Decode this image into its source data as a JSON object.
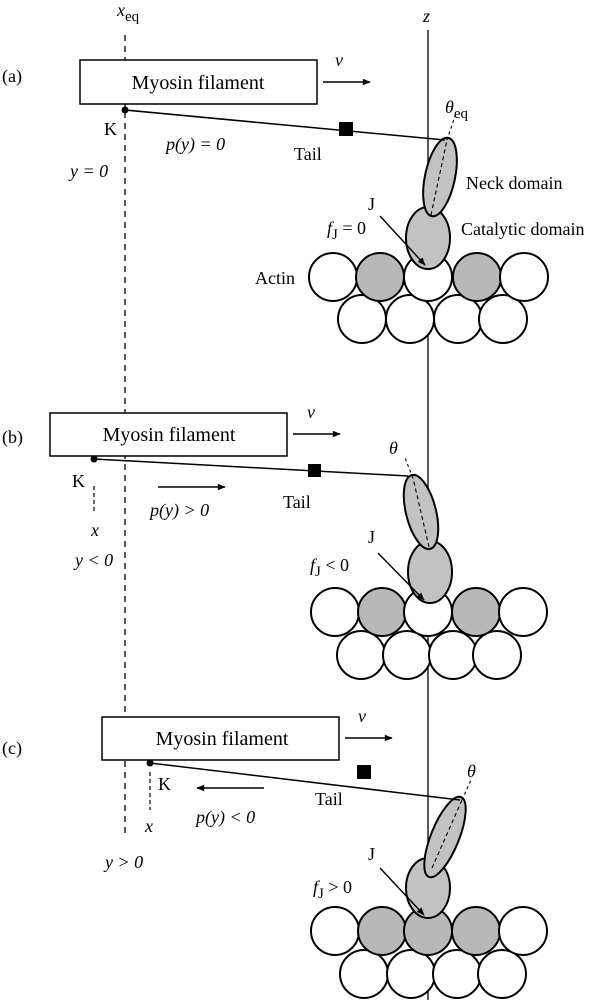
{
  "axis_labels": {
    "x_eq": {
      "main": "x",
      "sub": "eq"
    },
    "z": "z"
  },
  "panels": [
    {
      "id": "a",
      "label": "(a)",
      "filament": "Myosin filament",
      "velocity": "v",
      "point_k": "K",
      "y_condition": "y = 0",
      "x_label": "",
      "force_left": "p(",
      "force_var": "y",
      "force_right": ") = 0",
      "tail": "Tail",
      "angle": {
        "main": "θ",
        "sub": "eq"
      },
      "neck": "Neck domain",
      "catalytic": "Catalytic domain",
      "actin": "Actin",
      "joint": "J",
      "joint_force": {
        "main": "f",
        "sub": "J",
        "rest": " = 0"
      }
    },
    {
      "id": "b",
      "label": "(b)",
      "filament": "Myosin filament",
      "velocity": "v",
      "point_k": "K",
      "y_condition": "y < 0",
      "x_label": "x",
      "force_left": "p(",
      "force_var": "y",
      "force_right": ") > 0",
      "tail": "Tail",
      "angle": {
        "main": "θ",
        "sub": ""
      },
      "neck": "",
      "catalytic": "",
      "actin": "",
      "joint": "J",
      "joint_force": {
        "main": "f",
        "sub": "J",
        "rest": " < 0"
      }
    },
    {
      "id": "c",
      "label": "(c)",
      "filament": "Myosin filament",
      "velocity": "v",
      "point_k": "K",
      "y_condition": "y > 0",
      "x_label": "x",
      "force_left": "p(",
      "force_var": "y",
      "force_right": ") < 0",
      "tail": "Tail",
      "angle": {
        "main": "θ",
        "sub": ""
      },
      "neck": "",
      "catalytic": "",
      "actin": "",
      "joint": "J",
      "joint_force": {
        "main": "f",
        "sub": "J",
        "rest": " > 0"
      }
    }
  ],
  "colors": {
    "domain_fill": "#c2c2c2",
    "actin_gray": "#b8b8b8",
    "actin_white": "#ffffff",
    "stroke": "#000000"
  }
}
